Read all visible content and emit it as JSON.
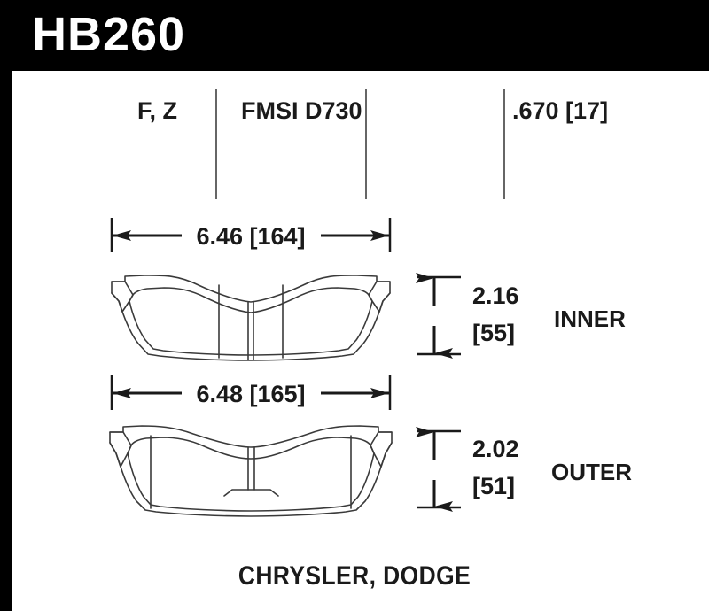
{
  "header": {
    "part_number": "HB260",
    "background_color": "#000000",
    "text_color": "#FFFFFF"
  },
  "specs": {
    "compound": "F, Z",
    "fmsi": "FMSI D730",
    "thickness": ".670 [17]"
  },
  "pads": [
    {
      "name": "inner",
      "side_label": "INNER",
      "width_label": "6.46 [164]",
      "height_label_in": "2.16",
      "height_label_mm": "[55]"
    },
    {
      "name": "outer",
      "side_label": "OUTER",
      "width_label": "6.48 [165]",
      "height_label_in": "2.02",
      "height_label_mm": "[51]"
    }
  ],
  "caption": "CHRYSLER, DODGE",
  "colors": {
    "frame": "#000000",
    "line": "#333333",
    "separator": "#666666",
    "text": "#1A1A1A",
    "background": "#FFFFFF"
  }
}
